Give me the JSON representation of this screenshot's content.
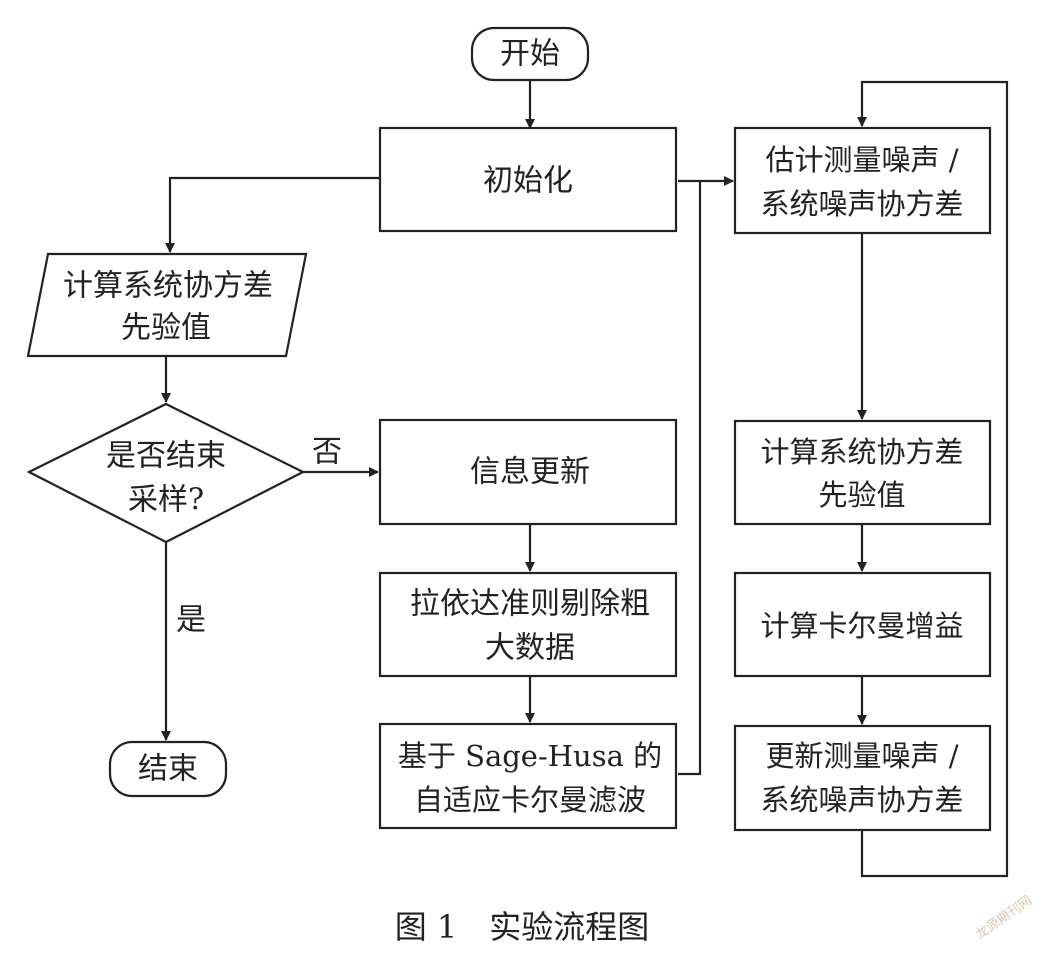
{
  "nodes": {
    "start": "开始",
    "init": "初始化",
    "calc_prior_left": [
      "计算系统协方差",
      "先验值"
    ],
    "decision": [
      "是否结束",
      "采样?"
    ],
    "end": "结束",
    "info_update": "信息更新",
    "pauta": [
      "拉依达准则剔除粗",
      "大数据"
    ],
    "sage_husa": [
      "基于 Sage-Husa 的",
      "自适应卡尔曼滤波"
    ],
    "estimate_noise": [
      "估计测量噪声 /",
      "系统噪声协方差"
    ],
    "calc_prior_right": [
      "计算系统协方差",
      "先验值"
    ],
    "kalman_gain": "计算卡尔曼增益",
    "update_noise": [
      "更新测量噪声 /",
      "系统噪声协方差"
    ]
  },
  "edge_labels": {
    "no": "否",
    "yes": "是"
  },
  "caption": "图 1　实验流程图",
  "watermark": "龙源期刊网",
  "colors": {
    "stroke": "#222222",
    "text": "#222222",
    "background": "#ffffff"
  }
}
